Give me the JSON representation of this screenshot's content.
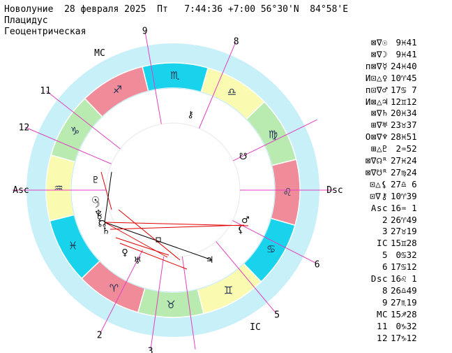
{
  "header": {
    "line1": "Новолуние  28 февраля 2025  Пт   7:44:36 +7:00 56°30'N  84°58'E",
    "line2": "Плацидус",
    "line3": "Геоцентрическая"
  },
  "colors": {
    "outer_ring": "#c8f0f8",
    "fire": "#f08c9a",
    "earth": "#b9eab0",
    "air": "#fafab0",
    "water": "#19d3ec",
    "house_line": "#e040c0",
    "aspect_red": "#e00000",
    "aspect_black": "#000000"
  },
  "wheel": {
    "house_labels": [
      {
        "num": "9",
        "ang": 100
      },
      {
        "num": "8",
        "ang": 67
      },
      {
        "num": "11",
        "ang": 142
      },
      {
        "num": "12",
        "ang": 157
      },
      {
        "num": "6",
        "ang": -27
      },
      {
        "num": "5",
        "ang": -50
      },
      {
        "num": "2",
        "ang": -117
      },
      {
        "num": "3",
        "ang": -98
      }
    ],
    "angle_labels": {
      "mc": "MC",
      "asc": "Asc",
      "dsc": "Dsc",
      "ic": "IC"
    },
    "sign_glyphs": [
      "♓",
      "♈",
      "♉",
      "♊",
      "♋",
      "♌",
      "♍",
      "♎",
      "♏",
      "♐",
      "♑",
      "♒"
    ],
    "planet_glyphs": [
      {
        "g": "☉",
        "ang": 187
      },
      {
        "g": "☽",
        "ang": 190
      },
      {
        "g": "☿",
        "ang": 200
      },
      {
        "g": "♀",
        "ang": 232
      },
      {
        "g": "♂",
        "ang": -22
      },
      {
        "g": "♃",
        "ang": -62
      },
      {
        "g": "♄",
        "ang": 211
      },
      {
        "g": "♅",
        "ang": 243
      },
      {
        "g": "♆",
        "ang": 197
      },
      {
        "g": "♇",
        "ang": 172
      },
      {
        "g": "☊",
        "ang": 205
      },
      {
        "g": "☋",
        "ang": 26
      },
      {
        "g": "⚸",
        "ang": -30
      },
      {
        "g": "⚷",
        "ang": 77
      }
    ]
  },
  "positions": [
    {
      "pre": "⊠∇☉",
      "val": " 9♓41"
    },
    {
      "pre": "⊠∇☽",
      "val": " 9♓41"
    },
    {
      "pre": "п⊠∇☿",
      "val": "24♓40"
    },
    {
      "pre": "И⊡△♀",
      "val": "10♈45"
    },
    {
      "pre": "п⊡∇♂",
      "val": "17♋ 7"
    },
    {
      "pre": "И⊠△♃",
      "val": "12♊12"
    },
    {
      "pre": "⊠∇♄",
      "val": "20♓34"
    },
    {
      "pre": "⊞∇♅",
      "val": "23♉37"
    },
    {
      "pre": "О⊠∇♆",
      "val": "28♓51"
    },
    {
      "pre": "⊞△♇",
      "val": " 2♒52"
    },
    {
      "pre": "⊠∇☊ᴿ",
      "val": "27♓24"
    },
    {
      "pre": "⊠∇☋ᴿ",
      "val": "27♍24"
    },
    {
      "pre": "⊡△⚸",
      "val": "27♎ 6"
    },
    {
      "pre": "⊡∇⚷",
      "val": "10♈39"
    },
    {
      "pre": "Asc",
      "val": "16♒ 1"
    },
    {
      "pre": "2",
      "val": "26♈49"
    },
    {
      "pre": "3",
      "val": "27♉19"
    },
    {
      "pre": "IC",
      "val": "15♊28"
    },
    {
      "pre": "5",
      "val": " 0♋32"
    },
    {
      "pre": "6",
      "val": "17♋12"
    },
    {
      "pre": "Dsc",
      "val": "16♌ 1"
    },
    {
      "pre": "8",
      "val": "26♎49"
    },
    {
      "pre": "9",
      "val": "27♏19"
    },
    {
      "pre": "MC",
      "val": "15♐28"
    },
    {
      "pre": "11",
      "val": " 0♑32"
    },
    {
      "pre": "12",
      "val": "17♑12"
    }
  ]
}
